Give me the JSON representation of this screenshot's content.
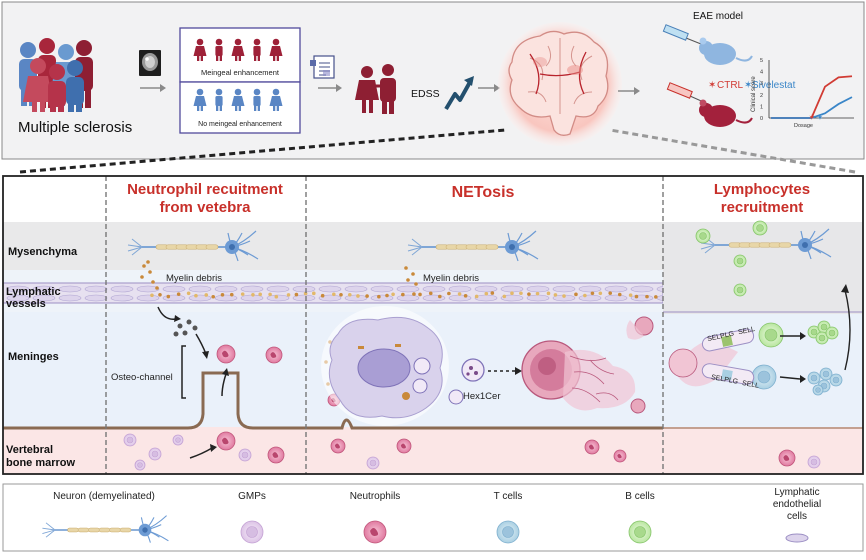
{
  "top": {
    "ms_label": "Multiple sclerosis",
    "box_top_label": "Meingeal enhancement",
    "box_bottom_label": "No meingeal enhancement",
    "edss": "EDSS",
    "eae_title": "EAE model",
    "legend_ctrl": "CTRL",
    "legend_siv": "Sivelestat",
    "y_axis": "Clinical score",
    "x_axis": "Dosage",
    "y_ticks": [
      "0",
      "1",
      "2",
      "3",
      "4",
      "5"
    ]
  },
  "chart_data": {
    "type": "line",
    "ylabel": "Clinical score",
    "xlabel": "Dosage",
    "ylim": [
      0,
      5
    ],
    "series": [
      {
        "name": "CTRL",
        "color": "#d13b33",
        "x": [
          0,
          1,
          2,
          3,
          4,
          5,
          6
        ],
        "y": [
          0,
          0,
          0,
          0,
          2.7,
          3.5,
          3.6
        ]
      },
      {
        "name": "Sivelestat",
        "color": "#3a86c8",
        "x": [
          0,
          1,
          2,
          3,
          4,
          5,
          6
        ],
        "y": [
          0,
          0,
          0,
          0,
          0.4,
          1.2,
          1.8
        ]
      }
    ]
  },
  "sections": {
    "s1": "Neutrophil recuitment",
    "s1b": "from vetebra",
    "s2": "NETosis",
    "s3": "Lymphocytes",
    "s3b": "recruitment"
  },
  "layers": {
    "mysenchyma": "Mysenchyma",
    "lymph1": "Lymphatic",
    "lymph2": "vessels",
    "meninges": "Meninges",
    "marrow1": "Vertebral",
    "marrow2": "bone marrow"
  },
  "labels": {
    "myelin1": "Myelin debris",
    "myelin2": "Myelin debris",
    "osteo": "Osteo-channel",
    "hex": "Hex1Cer",
    "selplg1": "SELPLG",
    "sell1": "SELL",
    "selplg2": "SELPLG",
    "sell2": "SELL"
  },
  "legend": {
    "neuron": "Neuron (demyelinated)",
    "gmp": "GMPs",
    "neutrophil": "Neutrophils",
    "tcell": "T cells",
    "bcell": "B cells",
    "lec1": "Lymphatic",
    "lec2": "endothelial",
    "lec3": "cells"
  }
}
